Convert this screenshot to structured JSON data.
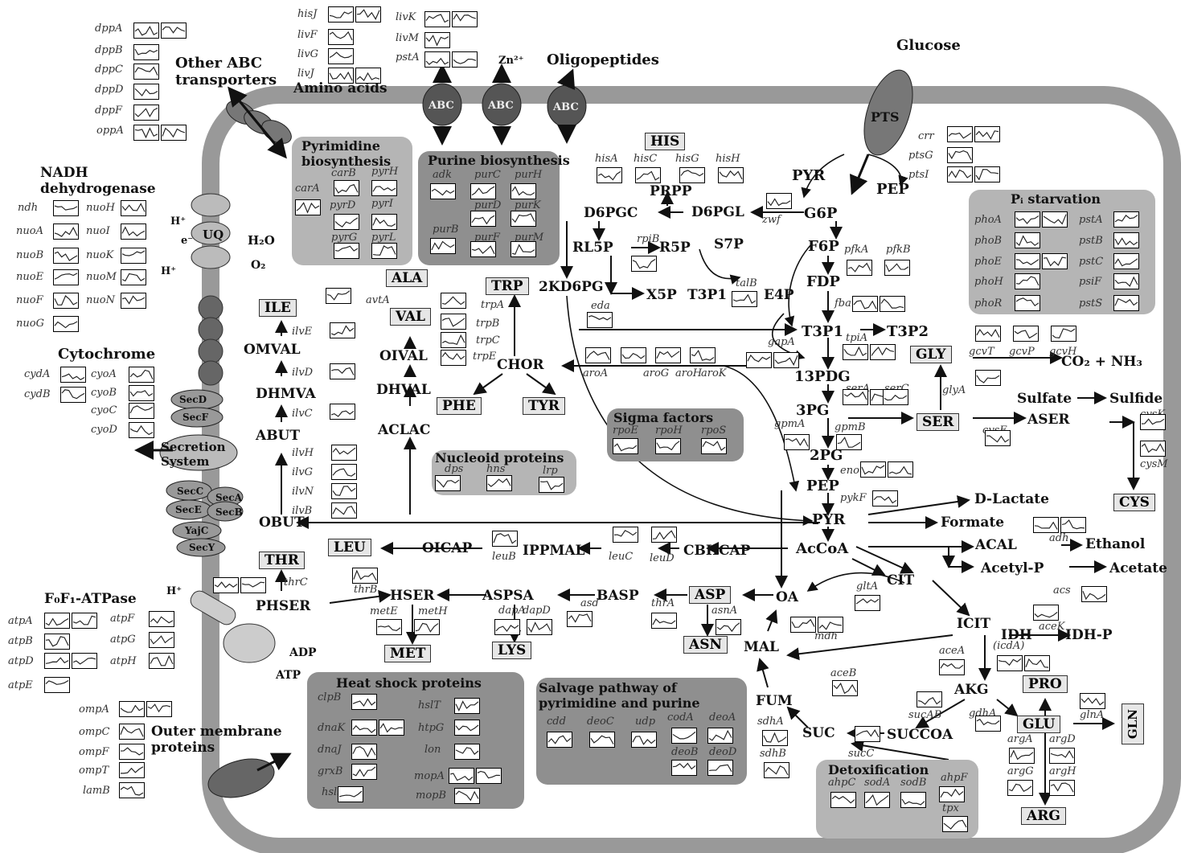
{
  "metabolites": {
    "glucose": "Glucose",
    "pts": "PTS",
    "pyr_top": "PYR",
    "pep_top": "PEP",
    "g6p": "G6P",
    "f6p": "F6P",
    "fdp": "FDP",
    "t3p1": "T3P1",
    "t3p2": "T3P2",
    "p13pdg": "13PDG",
    "p3pg": "3PG",
    "p2pg": "2PG",
    "pep": "PEP",
    "pyr": "PYR",
    "accoa": "AcCoA",
    "d6pgl": "D6PGL",
    "d6pgc": "D6PGC",
    "prpp": "PRPP",
    "his": "HIS",
    "rl5p": "RL5P",
    "r5p": "R5P",
    "s7p": "S7P",
    "x5p": "X5P",
    "t3p1b": "T3P1",
    "e4p": "E4P",
    "kd6pg": "2KD6PG",
    "trp": "TRP",
    "chor": "CHOR",
    "phe": "PHE",
    "tyr": "TYR",
    "ala": "ALA",
    "val": "VAL",
    "oival": "OIVAL",
    "dhval": "DHVAL",
    "aclac": "ACLAC",
    "ile": "ILE",
    "omval": "OMVAL",
    "dhmva": "DHMVA",
    "abut": "ABUT",
    "obut": "OBUT",
    "thr": "THR",
    "phser": "PHSER",
    "hser": "HSER",
    "aspsa": "ASPSA",
    "basp": "BASP",
    "asp": "ASP",
    "asn": "ASN",
    "met": "MET",
    "lys": "LYS",
    "leu": "LEU",
    "oicap": "OICAP",
    "ippmal": "IPPMAL",
    "cbhcap": "CBHCAP",
    "oa": "OA",
    "cit": "CIT",
    "icit": "ICIT",
    "akg": "AKG",
    "succoa": "SUCCOA",
    "suc": "SUC",
    "fum": "FUM",
    "mal": "MAL",
    "idh": "IDH",
    "idhp": "IDH-P",
    "pro": "PRO",
    "glu": "GLU",
    "gln": "GLN",
    "arg": "ARG",
    "gly": "GLY",
    "ser": "SER",
    "aser": "ASER",
    "cys": "CYS",
    "sulfate": "Sulfate",
    "sulfide": "Sulfide",
    "co2": "CO₂ + NH₃",
    "dlactate": "D-Lactate",
    "formate": "Formate",
    "acal": "ACAL",
    "ethanol": "Ethanol",
    "acetylp": "Acetyl-P",
    "acetate": "Acetate",
    "zn": "Zn²⁺",
    "oligo": "Oligopeptides",
    "aminoacids": "Amino acids",
    "other_abc": "Other ABC\ntransporters",
    "abc": "ABC",
    "nadh": "NADH\ndehydrogenase",
    "uq": "UQ",
    "h2o": "H₂O",
    "o2": "O₂",
    "hplus": "H⁺",
    "e": "e⁻",
    "cytochrome": "Cytochrome",
    "secretion": "Secretion\nSystem",
    "atpase": "F₀F₁-ATPase",
    "adp": "ADP",
    "atp": "ATP",
    "outer": "Outer membrane\nproteins"
  },
  "panels": {
    "pyrimidine": "Pyrimidine\nbiosynthesis",
    "purine": "Purine biosynthesis",
    "pstarv": "Pᵢ starvation",
    "sigma": "Sigma factors",
    "nucleoid": "Nucleoid proteins",
    "heatshock": "Heat shock proteins",
    "salvage": "Salvage pathway of\npyrimidine and purine",
    "detox": "Detoxification"
  },
  "genes": {
    "dppA": "dppA",
    "dppB": "dppB",
    "dppC": "dppC",
    "dppD": "dppD",
    "dppF": "dppF",
    "oppA": "oppA",
    "hisJ": "hisJ",
    "livF": "livF",
    "livG": "livG",
    "livJ": "livJ",
    "livK": "livK",
    "livM": "livM",
    "pstA_t": "pstA",
    "ndh": "ndh",
    "nuoA": "nuoA",
    "nuoB": "nuoB",
    "nuoE": "nuoE",
    "nuoF": "nuoF",
    "nuoG": "nuoG",
    "nuoH": "nuoH",
    "nuoI": "nuoI",
    "nuoK": "nuoK",
    "nuoM": "nuoM",
    "nuoN": "nuoN",
    "cydA": "cydA",
    "cydB": "cydB",
    "cyoA": "cyoA",
    "cyoB": "cyoB",
    "cyoC": "cyoC",
    "cyoD": "cyoD",
    "secD": "SecD",
    "secF": "SecF",
    "secC": "SecC",
    "secA": "SecA",
    "secE": "SecE",
    "secB": "SecB",
    "yajC": "YajC",
    "secY": "SecY",
    "atpA": "atpA",
    "atpB": "atpB",
    "atpD": "atpD",
    "atpE": "atpE",
    "atpF": "atpF",
    "atpG": "atpG",
    "atpH": "atpH",
    "ompA": "ompA",
    "ompC": "ompC",
    "ompF": "ompF",
    "ompT": "ompT",
    "lamB": "lamB",
    "carA": "carA",
    "carB": "carB",
    "pyrH": "pyrH",
    "pyrD": "pyrD",
    "pyrI": "pyrI",
    "pyrG": "pyrG",
    "pyrL": "pyrL",
    "adk": "adk",
    "purC": "purC",
    "purH": "purH",
    "purD": "purD",
    "purK": "purK",
    "purB": "purB",
    "purF": "purF",
    "purM": "purM",
    "hisA": "hisA",
    "hisC": "hisC",
    "hisG": "hisG",
    "hisH": "hisH",
    "zwf": "zwf",
    "rpiB": "rpiB",
    "talB": "talB",
    "eda": "eda",
    "pfkA": "pfkA",
    "pfkB": "pfkB",
    "fba": "fba",
    "tpiA": "tpiA",
    "gapA": "gapA",
    "serA": "serA",
    "serC": "serC",
    "gpmA": "gpmA",
    "gpmB": "gpmB",
    "eno": "eno",
    "pykF": "pykF",
    "glyA": "glyA",
    "gcvT": "gcvT",
    "gcvP": "gcvP",
    "gcvH": "gcvH",
    "cysE": "cysE",
    "cysK": "cysK",
    "cysM": "cysM",
    "crr": "crr",
    "ptsG": "ptsG",
    "ptsI": "ptsI",
    "phoA": "phoA",
    "phoB": "phoB",
    "phoE": "phoE",
    "phoH": "phoH",
    "phoR": "phoR",
    "pstA": "pstA",
    "pstB": "pstB",
    "pstC": "pstC",
    "psiF": "psiF",
    "pstS": "pstS",
    "avtA": "avtA",
    "trpA": "trpA",
    "trpB": "trpB",
    "trpC": "trpC",
    "trpE": "trpE",
    "aroA": "aroA",
    "aroG": "aroG",
    "aroH": "aroH",
    "aroK": "aroK",
    "ilvE": "ilvE",
    "ilvD": "ilvD",
    "ilvC": "ilvC",
    "ilvH": "ilvH",
    "ilvG": "ilvG",
    "ilvN": "ilvN",
    "ilvB": "ilvB",
    "thrC": "thrC",
    "thrB": "thrB",
    "metE": "metE",
    "metH": "metH",
    "asd": "asd",
    "dapA": "dapA",
    "dapD": "dapD",
    "thrA": "thrA",
    "asnA": "asnA",
    "leuB": "leuB",
    "leuC": "leuC",
    "leuD": "leuD",
    "rpoE": "rpoE",
    "rpoH": "rpoH",
    "rpoS": "rpoS",
    "dps": "dps",
    "hns": "hns",
    "lrp": "lrp",
    "adh": "adh",
    "acs": "acs",
    "gltA": "gltA",
    "mdh": "mdh",
    "aceA": "aceA",
    "aceB": "aceB",
    "aceK": "aceK",
    "icdA": "(icdA)",
    "sucAB": "sucAB",
    "gdhA": "gdhA",
    "sucC": "sucC",
    "sdhA": "sdhA",
    "sdhB": "sdhB",
    "glnA": "glnA",
    "argA": "argA",
    "argD": "argD",
    "argG": "argG",
    "argH": "argH",
    "clpB": "clpB",
    "hslT": "hslT",
    "dnaK": "dnaK",
    "htpG": "htpG",
    "dnaJ": "dnaJ",
    "lon": "lon",
    "grxB": "grxB",
    "mopA": "mopA",
    "hslS": "hslS",
    "mopB": "mopB",
    "cdd": "cdd",
    "deoC": "deoC",
    "udp": "udp",
    "codA": "codA",
    "deoA": "deoA",
    "deoB": "deoB",
    "deoD": "deoD",
    "ahpC": "ahpC",
    "sodA": "sodA",
    "sodB": "sodB",
    "ahpF": "ahpF",
    "tpx": "tpx"
  }
}
